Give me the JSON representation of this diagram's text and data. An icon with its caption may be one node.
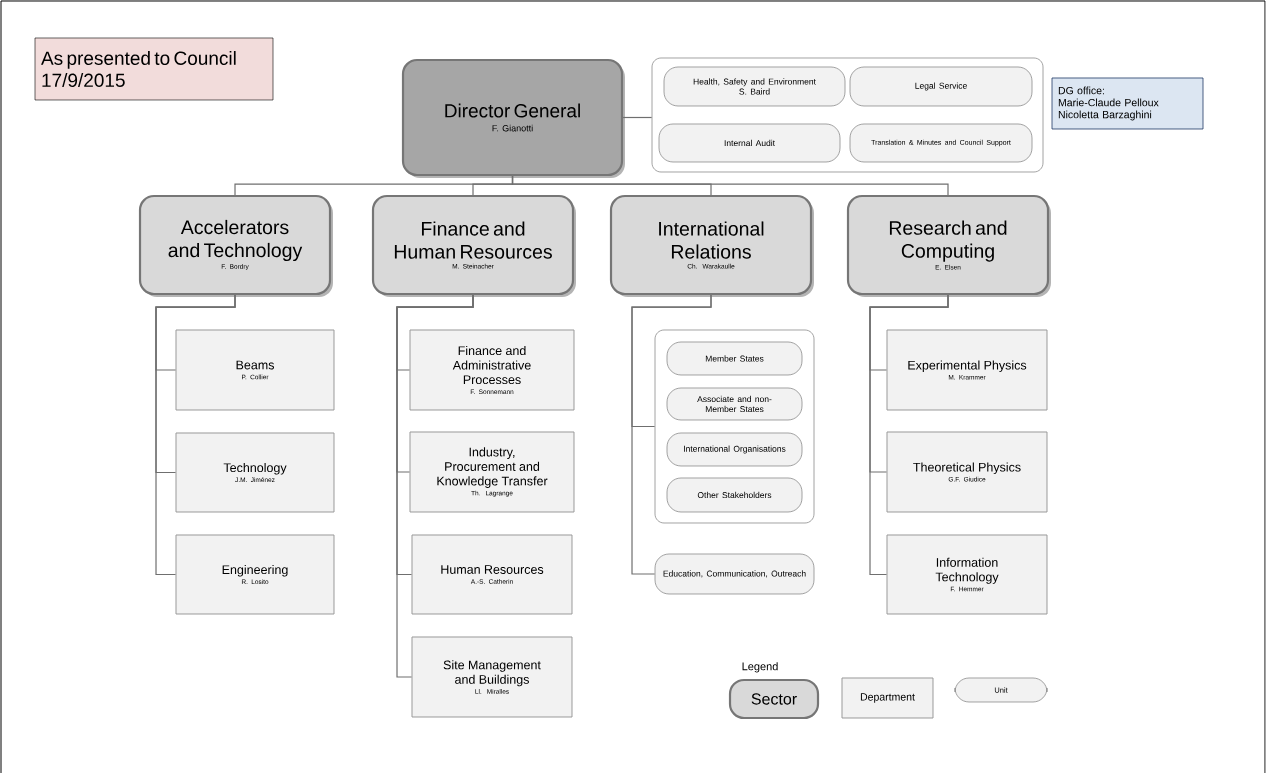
{
  "diagram": {
    "nodes": [
      {
        "text": [
          "As presented to Council 17/9/2015"
        ]
      },
      {
        "text": [
          "Director General",
          "F. Gianotti"
        ]
      },
      {
        "text": [],
        "shape": "box"
      },
      {
        "text": [
          "Health, Safety and Environment",
          "S. Baird"
        ],
        "in": 2
      },
      {
        "text": [
          "Legal Service"
        ],
        "in": 2
      },
      {
        "text": [
          "Internal Audit"
        ],
        "in": 2
      },
      {
        "text": [
          "Translation & Minutes and Council Support"
        ],
        "in": 2
      },
      {
        "text": [
          "DG office:",
          "Marie-Claude Pelloux",
          "Nicoletta Barzaghini"
        ]
      },
      {
        "text": [
          "Accelerators and Technology",
          "F. Bordry"
        ]
      },
      {
        "text": [
          "Finance and Human Resources",
          "M. Steinacher"
        ]
      },
      {
        "text": [
          "International Relations",
          "Ch. Warakaulle"
        ]
      },
      {
        "text": [
          "Research and Computing",
          "E. Elsen"
        ]
      },
      {
        "text": [
          "Beams",
          "P. Collier"
        ]
      },
      {
        "text": [
          "Technology",
          "J.M. Jiménez"
        ]
      },
      {
        "text": [
          "Engineering",
          "R. Losito"
        ]
      },
      {
        "text": [
          "Finance and Administrative Processes",
          "F. Sonnemann"
        ]
      },
      {
        "text": [
          "Industry, Procurement and Knowledge Transfer",
          "Th. Lagrange"
        ]
      },
      {
        "text": [
          "Human Resources",
          "A.-S. Catherin"
        ]
      },
      {
        "text": [
          "Site Management and Buildings",
          "Ll. Miralles"
        ]
      },
      {
        "text": [],
        "shape": "box"
      },
      {
        "text": [
          "Member States"
        ],
        "in": 19
      },
      {
        "text": [
          "Associate and non-Member States"
        ],
        "in": 19
      },
      {
        "text": [
          "International Organisations"
        ],
        "in": 19
      },
      {
        "text": [
          "Other Stakeholders"
        ],
        "in": 19
      },
      {
        "text": [
          "Education, Communication, Outreach"
        ]
      },
      {
        "text": [
          "Experimental Physics",
          "M. Krammer"
        ]
      },
      {
        "text": [
          "Theoretical Physics",
          "G.F. Giudice"
        ]
      },
      {
        "text": [
          "Information Technology",
          "F. Hemmer"
        ]
      }
    ],
    "edges": [
      {
        "from": 1,
        "to": 2,
        "arrow": "none"
      },
      {
        "from": 1,
        "to": 8,
        "arrow": "none"
      },
      {
        "from": 1,
        "to": 9,
        "arrow": "none"
      },
      {
        "from": 1,
        "to": 10,
        "arrow": "none"
      },
      {
        "from": 1,
        "to": 11,
        "arrow": "none"
      },
      {
        "from": 8,
        "to": 12,
        "arrow": "none"
      },
      {
        "from": 8,
        "to": 13,
        "arrow": "none"
      },
      {
        "from": 8,
        "to": 14,
        "arrow": "none"
      },
      {
        "from": 9,
        "to": 15,
        "arrow": "none"
      },
      {
        "from": 9,
        "to": 16,
        "arrow": "none"
      },
      {
        "from": 9,
        "to": 17,
        "arrow": "none"
      },
      {
        "from": 9,
        "to": 18,
        "arrow": "none"
      },
      {
        "from": 10,
        "to": 19,
        "arrow": "none"
      },
      {
        "from": 10,
        "to": 24,
        "arrow": "none"
      },
      {
        "from": 11,
        "to": 25,
        "arrow": "none"
      },
      {
        "from": 11,
        "to": 26,
        "arrow": "none"
      },
      {
        "from": 11,
        "to": 27,
        "arrow": "none"
      }
    ],
    "labels": [
      "Legend"
    ],
    "legend": [
      {
        "text": "Sector"
      },
      {
        "text": "Department"
      },
      {
        "text": "Unit"
      }
    ]
  }
}
